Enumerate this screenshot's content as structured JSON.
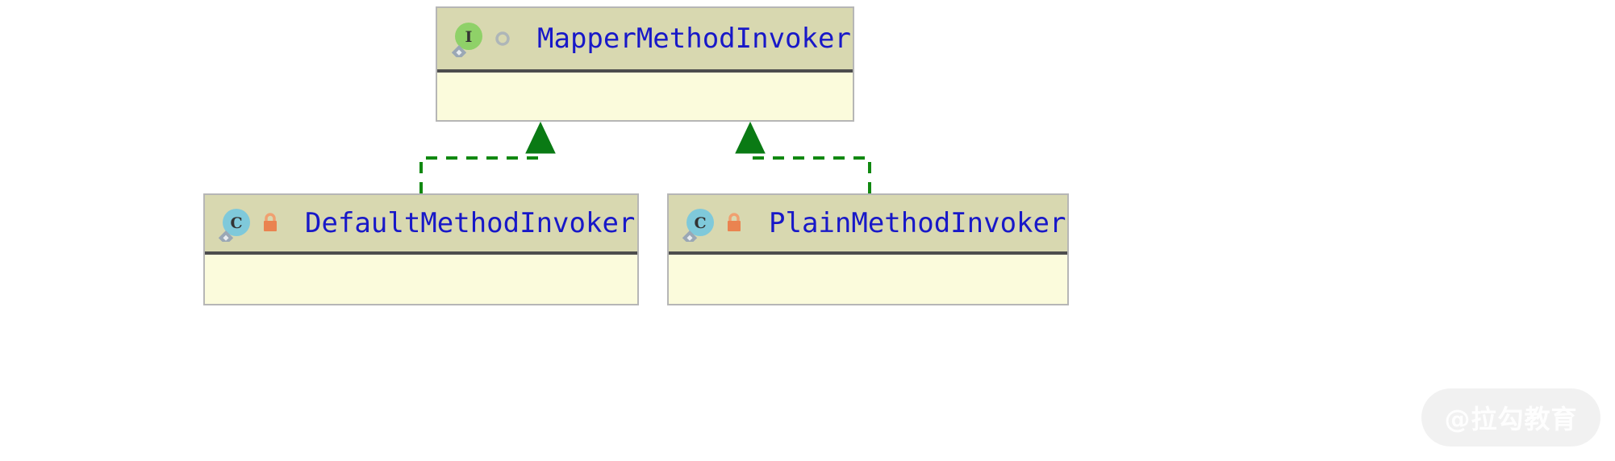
{
  "diagram": {
    "type": "uml-class-diagram",
    "background_color": "#ffffff",
    "node_header_color": "#d8d8b0",
    "node_body_color": "#fbfbdc",
    "node_border_color": "#b6b6b6",
    "node_divider_color": "#4d4d4d",
    "title_text_color": "#1818c8",
    "relation_color": "#118811",
    "nodes": [
      {
        "id": "mapper-method-invoker",
        "name": "MapperMethodInvoker",
        "stereotype": "interface",
        "icon": "interface-icon",
        "icon_letter": "I",
        "icon_color": "#8fd168",
        "visibility": "public",
        "visibility_icon": "public-circle-icon",
        "members": []
      },
      {
        "id": "default-method-invoker",
        "name": "DefaultMethodInvoker",
        "stereotype": "class",
        "icon": "class-icon",
        "icon_letter": "C",
        "icon_color": "#7fc9da",
        "visibility": "private",
        "visibility_icon": "lock-icon",
        "members": []
      },
      {
        "id": "plain-method-invoker",
        "name": "PlainMethodInvoker",
        "stereotype": "class",
        "icon": "class-icon",
        "icon_letter": "C",
        "icon_color": "#7fc9da",
        "visibility": "private",
        "visibility_icon": "lock-icon",
        "members": []
      }
    ],
    "relations": [
      {
        "id": "default-implements-mapper",
        "type": "realization",
        "line_style": "dashed",
        "arrow": "closed-filled-triangle",
        "from": "DefaultMethodInvoker",
        "to": "MapperMethodInvoker"
      },
      {
        "id": "plain-implements-mapper",
        "type": "realization",
        "line_style": "dashed",
        "arrow": "closed-filled-triangle",
        "from": "PlainMethodInvoker",
        "to": "MapperMethodInvoker"
      }
    ]
  },
  "watermark": {
    "text": "@拉勾教育"
  }
}
